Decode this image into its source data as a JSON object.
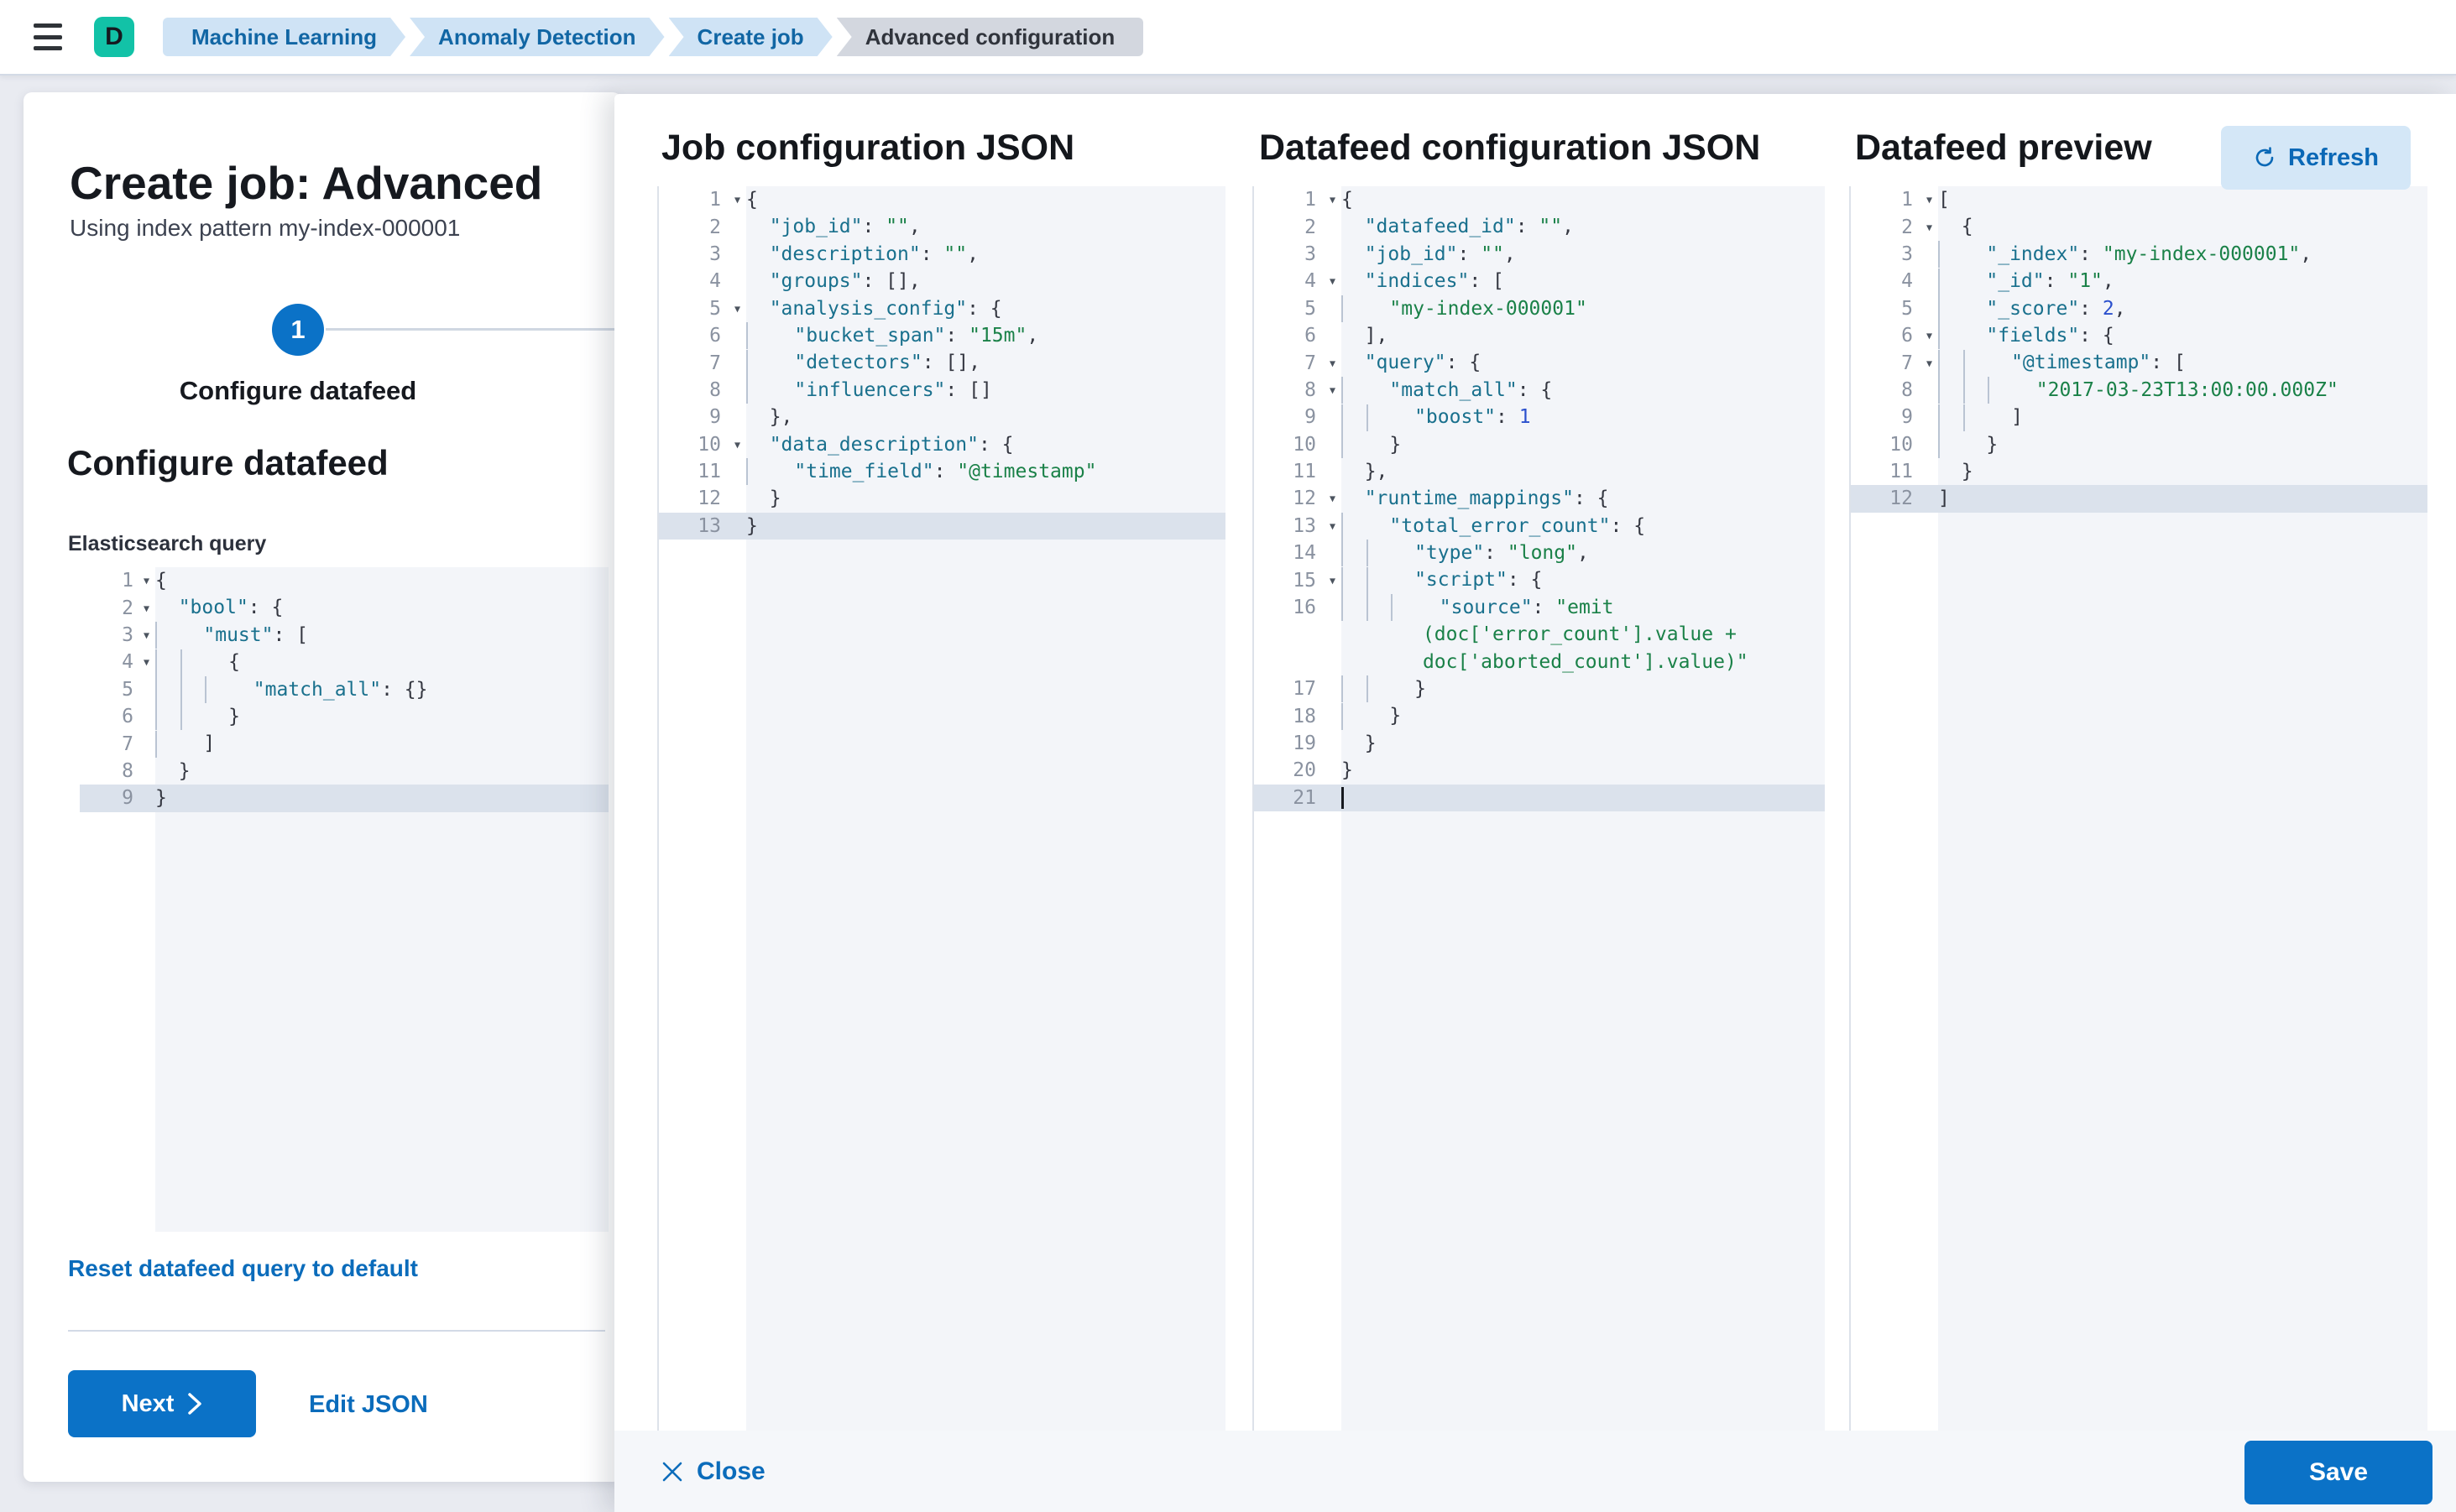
{
  "topbar": {
    "logo_letter": "D",
    "breadcrumbs": [
      {
        "label": "Machine Learning"
      },
      {
        "label": "Anomaly Detection"
      },
      {
        "label": "Create job"
      },
      {
        "label": "Advanced configuration"
      }
    ]
  },
  "wizard": {
    "title": "Create job: Advanced",
    "subtitle": "Using index pattern my-index-000001",
    "step_number": "1",
    "step_label": "Configure datafeed",
    "section_title": "Configure datafeed",
    "query_label": "Elasticsearch query",
    "reset_link": "Reset datafeed query to default",
    "next_label": "Next",
    "edit_json_label": "Edit JSON"
  },
  "flyout": {
    "job_title": "Job configuration JSON",
    "feed_title": "Datafeed configuration JSON",
    "preview_title": "Datafeed preview",
    "refresh_label": "Refresh",
    "close_label": "Close",
    "save_label": "Save"
  },
  "colors": {
    "primary_blue": "#0b72c7",
    "link_blue": "#0b6cbb",
    "breadcrumb_blue_bg": "#cfe3f5",
    "breadcrumb_gray_bg": "#d3d7df",
    "logo_teal": "#12c2a7",
    "editor_content_bg": "#f3f5f9",
    "editor_active_line": "#dbe2ec",
    "code_key": "#19708d",
    "code_string": "#1a8148",
    "code_number": "#2b50cd"
  },
  "editors": {
    "es": {
      "lines": [
        {
          "n": "1",
          "f": 1,
          "l": 0,
          "seg": [
            [
              "p",
              "{"
            ]
          ]
        },
        {
          "n": "2",
          "f": 1,
          "l": 1,
          "seg": [
            [
              "k",
              "\"bool\""
            ],
            [
              "p",
              ": {"
            ]
          ]
        },
        {
          "n": "3",
          "f": 1,
          "l": 2,
          "seg": [
            [
              "k",
              "\"must\""
            ],
            [
              "p",
              ": ["
            ]
          ]
        },
        {
          "n": "4",
          "f": 1,
          "l": 3,
          "seg": [
            [
              "p",
              "{"
            ]
          ]
        },
        {
          "n": "5",
          "l": 4,
          "seg": [
            [
              "k",
              "\"match_all\""
            ],
            [
              "p",
              ": {}"
            ]
          ]
        },
        {
          "n": "6",
          "l": 3,
          "seg": [
            [
              "p",
              "}"
            ]
          ]
        },
        {
          "n": "7",
          "l": 2,
          "seg": [
            [
              "p",
              "]"
            ]
          ]
        },
        {
          "n": "8",
          "l": 1,
          "seg": [
            [
              "p",
              "}"
            ]
          ]
        },
        {
          "n": "9",
          "l": 0,
          "a": 1,
          "seg": [
            [
              "p",
              "}"
            ]
          ]
        }
      ]
    },
    "job": {
      "lines": [
        {
          "n": "1",
          "f": 1,
          "l": 0,
          "seg": [
            [
              "p",
              "{"
            ]
          ]
        },
        {
          "n": "2",
          "l": 1,
          "seg": [
            [
              "k",
              "\"job_id\""
            ],
            [
              "p",
              ": "
            ],
            [
              "s",
              "\"\""
            ],
            [
              "p",
              ","
            ]
          ]
        },
        {
          "n": "3",
          "l": 1,
          "seg": [
            [
              "k",
              "\"description\""
            ],
            [
              "p",
              ": "
            ],
            [
              "s",
              "\"\""
            ],
            [
              "p",
              ","
            ]
          ]
        },
        {
          "n": "4",
          "l": 1,
          "seg": [
            [
              "k",
              "\"groups\""
            ],
            [
              "p",
              ": [],"
            ]
          ]
        },
        {
          "n": "5",
          "f": 1,
          "l": 1,
          "seg": [
            [
              "k",
              "\"analysis_config\""
            ],
            [
              "p",
              ": {"
            ]
          ]
        },
        {
          "n": "6",
          "l": 2,
          "seg": [
            [
              "k",
              "\"bucket_span\""
            ],
            [
              "p",
              ": "
            ],
            [
              "s",
              "\"15m\""
            ],
            [
              "p",
              ","
            ]
          ]
        },
        {
          "n": "7",
          "l": 2,
          "seg": [
            [
              "k",
              "\"detectors\""
            ],
            [
              "p",
              ": [],"
            ]
          ]
        },
        {
          "n": "8",
          "l": 2,
          "seg": [
            [
              "k",
              "\"influencers\""
            ],
            [
              "p",
              ": []"
            ]
          ]
        },
        {
          "n": "9",
          "l": 1,
          "seg": [
            [
              "p",
              "},"
            ]
          ]
        },
        {
          "n": "10",
          "f": 1,
          "l": 1,
          "seg": [
            [
              "k",
              "\"data_description\""
            ],
            [
              "p",
              ": {"
            ]
          ]
        },
        {
          "n": "11",
          "l": 2,
          "seg": [
            [
              "k",
              "\"time_field\""
            ],
            [
              "p",
              ": "
            ],
            [
              "s",
              "\"@timestamp\""
            ]
          ]
        },
        {
          "n": "12",
          "l": 1,
          "seg": [
            [
              "p",
              "}"
            ]
          ]
        },
        {
          "n": "13",
          "l": 0,
          "a": 1,
          "seg": [
            [
              "p",
              "}"
            ]
          ]
        }
      ]
    },
    "feed": {
      "lines": [
        {
          "n": "1",
          "f": 1,
          "l": 0,
          "seg": [
            [
              "p",
              "{"
            ]
          ]
        },
        {
          "n": "2",
          "l": 1,
          "seg": [
            [
              "k",
              "\"datafeed_id\""
            ],
            [
              "p",
              ": "
            ],
            [
              "s",
              "\"\""
            ],
            [
              "p",
              ","
            ]
          ]
        },
        {
          "n": "3",
          "l": 1,
          "seg": [
            [
              "k",
              "\"job_id\""
            ],
            [
              "p",
              ": "
            ],
            [
              "s",
              "\"\""
            ],
            [
              "p",
              ","
            ]
          ]
        },
        {
          "n": "4",
          "f": 1,
          "l": 1,
          "seg": [
            [
              "k",
              "\"indices\""
            ],
            [
              "p",
              ": ["
            ]
          ]
        },
        {
          "n": "5",
          "l": 2,
          "seg": [
            [
              "s",
              "\"my-index-000001\""
            ]
          ]
        },
        {
          "n": "6",
          "l": 1,
          "seg": [
            [
              "p",
              "],"
            ]
          ]
        },
        {
          "n": "7",
          "f": 1,
          "l": 1,
          "seg": [
            [
              "k",
              "\"query\""
            ],
            [
              "p",
              ": {"
            ]
          ]
        },
        {
          "n": "8",
          "f": 1,
          "l": 2,
          "seg": [
            [
              "k",
              "\"match_all\""
            ],
            [
              "p",
              ": {"
            ]
          ]
        },
        {
          "n": "9",
          "l": 3,
          "seg": [
            [
              "k",
              "\"boost\""
            ],
            [
              "p",
              ": "
            ],
            [
              "n2",
              "1"
            ]
          ]
        },
        {
          "n": "10",
          "l": 2,
          "seg": [
            [
              "p",
              "}"
            ]
          ]
        },
        {
          "n": "11",
          "l": 1,
          "seg": [
            [
              "p",
              "},"
            ]
          ]
        },
        {
          "n": "12",
          "f": 1,
          "l": 1,
          "seg": [
            [
              "k",
              "\"runtime_mappings\""
            ],
            [
              "p",
              ": {"
            ]
          ]
        },
        {
          "n": "13",
          "f": 1,
          "l": 2,
          "seg": [
            [
              "k",
              "\"total_error_count\""
            ],
            [
              "p",
              ": {"
            ]
          ]
        },
        {
          "n": "14",
          "l": 3,
          "seg": [
            [
              "k",
              "\"type\""
            ],
            [
              "p",
              ": "
            ],
            [
              "s",
              "\"long\""
            ],
            [
              "p",
              ","
            ]
          ]
        },
        {
          "n": "15",
          "f": 1,
          "l": 3,
          "seg": [
            [
              "k",
              "\"script\""
            ],
            [
              "p",
              ": {"
            ]
          ]
        },
        {
          "n": "16",
          "l": 4,
          "seg": [
            [
              "k",
              "\"source\""
            ],
            [
              "p",
              ": "
            ],
            [
              "s",
              "\"emit"
            ]
          ],
          "wrap": [
            {
              "pad": 7,
              "seg": [
                [
                  "s",
                  "(doc['error_count'].value +"
                ]
              ]
            },
            {
              "pad": 7,
              "seg": [
                [
                  "s",
                  "doc['aborted_count'].value)\""
                ]
              ]
            }
          ]
        },
        {
          "n": "17",
          "l": 3,
          "seg": [
            [
              "p",
              "}"
            ]
          ]
        },
        {
          "n": "18",
          "l": 2,
          "seg": [
            [
              "p",
              "}"
            ]
          ]
        },
        {
          "n": "19",
          "l": 1,
          "seg": [
            [
              "p",
              "}"
            ]
          ]
        },
        {
          "n": "20",
          "l": 0,
          "seg": [
            [
              "p",
              "}"
            ]
          ]
        },
        {
          "n": "21",
          "l": 0,
          "a": 1,
          "cur": 1,
          "seg": []
        }
      ]
    },
    "prev": {
      "lines": [
        {
          "n": "1",
          "f": 1,
          "l": 0,
          "seg": [
            [
              "p",
              "["
            ]
          ]
        },
        {
          "n": "2",
          "f": 1,
          "l": 1,
          "seg": [
            [
              "p",
              "{"
            ]
          ]
        },
        {
          "n": "3",
          "l": 2,
          "seg": [
            [
              "k",
              "\"_index\""
            ],
            [
              "p",
              ": "
            ],
            [
              "s",
              "\"my-index-000001\""
            ],
            [
              "p",
              ","
            ]
          ]
        },
        {
          "n": "4",
          "l": 2,
          "seg": [
            [
              "k",
              "\"_id\""
            ],
            [
              "p",
              ": "
            ],
            [
              "s",
              "\"1\""
            ],
            [
              "p",
              ","
            ]
          ]
        },
        {
          "n": "5",
          "l": 2,
          "seg": [
            [
              "k",
              "\"_score\""
            ],
            [
              "p",
              ": "
            ],
            [
              "n2",
              "2"
            ],
            [
              "p",
              ","
            ]
          ]
        },
        {
          "n": "6",
          "f": 1,
          "l": 2,
          "seg": [
            [
              "k",
              "\"fields\""
            ],
            [
              "p",
              ": {"
            ]
          ]
        },
        {
          "n": "7",
          "f": 1,
          "l": 3,
          "seg": [
            [
              "k",
              "\"@timestamp\""
            ],
            [
              "p",
              ": ["
            ]
          ]
        },
        {
          "n": "8",
          "l": 4,
          "seg": [
            [
              "s",
              "\"2017-03-23T13:00:00.000Z\""
            ]
          ]
        },
        {
          "n": "9",
          "l": 3,
          "seg": [
            [
              "p",
              "]"
            ]
          ]
        },
        {
          "n": "10",
          "l": 2,
          "seg": [
            [
              "p",
              "}"
            ]
          ]
        },
        {
          "n": "11",
          "l": 1,
          "seg": [
            [
              "p",
              "}"
            ]
          ]
        },
        {
          "n": "12",
          "l": 0,
          "a": 1,
          "seg": [
            [
              "p",
              "]"
            ]
          ]
        }
      ]
    }
  }
}
